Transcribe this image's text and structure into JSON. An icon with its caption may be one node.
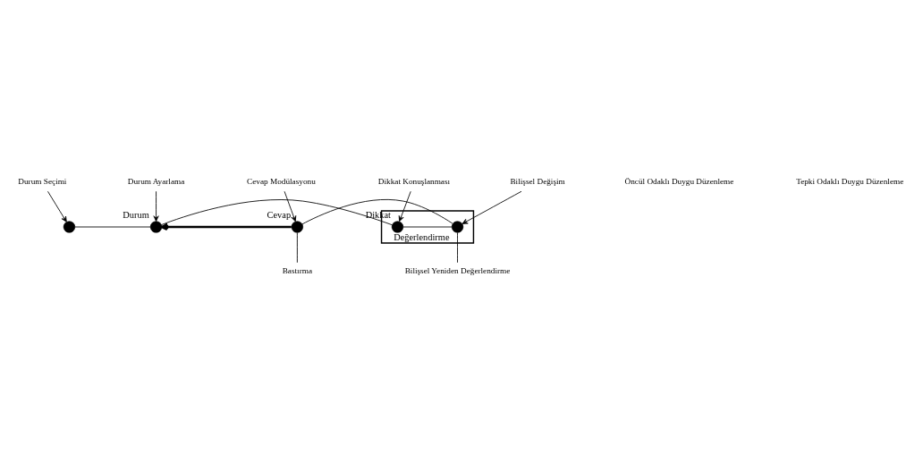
{
  "diagram": {
    "nodes": [
      {
        "text": [
          "Durum Seçimi"
        ]
      },
      {
        "text": [
          "Durum Ayarlama"
        ]
      },
      {
        "text": [
          "Dikkat Konuşlanması"
        ]
      },
      {
        "text": [
          "Bilişsel Değişim"
        ]
      },
      {
        "text": [
          "Cevap Modülasyonu"
        ]
      },
      {
        "text": [],
        "shape": "circle"
      },
      {
        "text": [
          "Durum"
        ]
      },
      {
        "text": [],
        "shape": "box"
      },
      {
        "text": [
          "Dikkat"
        ],
        "in": 7
      },
      {
        "text": [
          "Değerlendirme"
        ],
        "in": 7
      },
      {
        "text": [
          "Cevap"
        ]
      },
      {
        "text": [
          "Bilişsel Yeniden Değerlendirme"
        ]
      },
      {
        "text": [
          "Bastırma"
        ]
      }
    ],
    "edges": [
      {
        "from": 0,
        "to": 5,
        "arrow": "to"
      },
      {
        "from": 1,
        "to": 6,
        "arrow": "to"
      },
      {
        "from": 2,
        "to": 8,
        "arrow": "to"
      },
      {
        "from": 3,
        "to": 9,
        "arrow": "to"
      },
      {
        "from": 4,
        "to": 10,
        "arrow": "to"
      },
      {
        "from": 5,
        "to": 6,
        "arrow": "none"
      },
      {
        "from": 6,
        "to": 8,
        "arrow": "none"
      },
      {
        "from": 8,
        "to": 9,
        "arrow": "none"
      },
      {
        "from": 9,
        "to": 10,
        "arrow": "none"
      },
      {
        "from": 10,
        "to": 6,
        "arrow": "to",
        "style": "thick"
      },
      {
        "from": 9,
        "to": 11,
        "arrow": "none"
      },
      {
        "from": 10,
        "to": 12,
        "arrow": "none"
      }
    ],
    "labels": [
      "Öncül Odaklı Duygu Düzenleme",
      "Tepki Odaklı Duygu Düzenleme"
    ]
  }
}
